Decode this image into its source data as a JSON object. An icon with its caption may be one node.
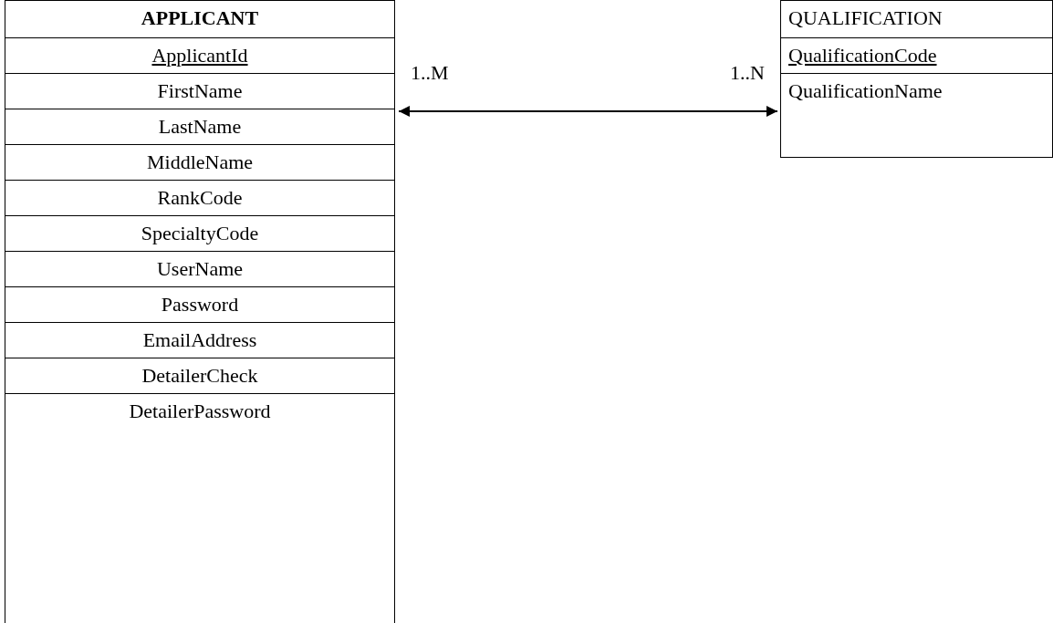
{
  "diagram": {
    "nodes": [
      {
        "text": [
          "APPLICANT",
          "ApplicantId",
          "FirstName",
          "LastName",
          "MiddleName",
          "RankCode",
          "SpecialtyCode",
          "UserName",
          "Password",
          "EmailAddress",
          "DetailerCheck",
          "DetailerPassword"
        ]
      },
      {
        "text": [
          "QUALIFICATION",
          "QualificationCode",
          "QualificationName"
        ]
      }
    ],
    "edges": [
      {
        "from": 0,
        "to": 1,
        "arrow": "both"
      }
    ],
    "labels": [
      "1..M",
      "1..N"
    ]
  }
}
